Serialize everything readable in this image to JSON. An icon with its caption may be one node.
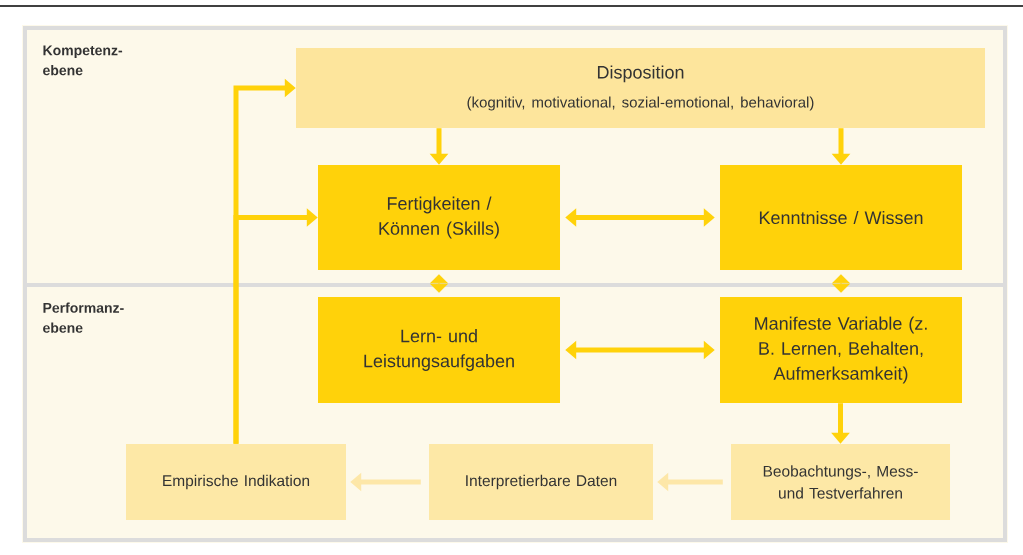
{
  "diagram": {
    "nodes": [
      {
        "text": [
          "Kompetenz- ebene"
        ]
      },
      {
        "text": [
          "Disposition",
          "(kognitiv, motivational, sozial-emotional, behavioral)"
        ],
        "in": 0
      },
      {
        "text": [
          "Fertigkeiten / Können (Skills)"
        ],
        "in": 0
      },
      {
        "text": [
          "Kenntnisse / Wissen"
        ],
        "in": 0
      },
      {
        "text": [
          "Performanz- ebene"
        ]
      },
      {
        "text": [
          "Lern- und Leistungsaufgaben"
        ],
        "in": 4
      },
      {
        "text": [
          "Manifeste Variable (z. B. Lernen, Behalten, Aufmerksamkeit)"
        ],
        "in": 4
      },
      {
        "text": [
          "Empirische Indikation"
        ],
        "in": 4
      },
      {
        "text": [
          "Interpretierbare Daten"
        ],
        "in": 4
      },
      {
        "text": [
          "Beobachtungs-, Mess- und Testverfahren"
        ],
        "in": 4
      }
    ],
    "edges": [
      {
        "from": 1,
        "to": 2,
        "arrow": "to"
      },
      {
        "from": 1,
        "to": 3,
        "arrow": "to"
      },
      {
        "from": 2,
        "to": 3,
        "arrow": "both"
      },
      {
        "from": 2,
        "to": 5,
        "arrow": "both"
      },
      {
        "from": 3,
        "to": 6,
        "arrow": "both"
      },
      {
        "from": 5,
        "to": 6,
        "arrow": "both"
      },
      {
        "from": 6,
        "to": 9,
        "arrow": "to"
      },
      {
        "from": 9,
        "to": 8,
        "arrow": "to",
        "color": "#fde7a8"
      },
      {
        "from": 8,
        "to": 7,
        "arrow": "to",
        "color": "#fde7a8"
      },
      {
        "from": 7,
        "to": 1,
        "arrow": "to"
      },
      {
        "from": 7,
        "to": 2,
        "arrow": "to"
      }
    ]
  }
}
